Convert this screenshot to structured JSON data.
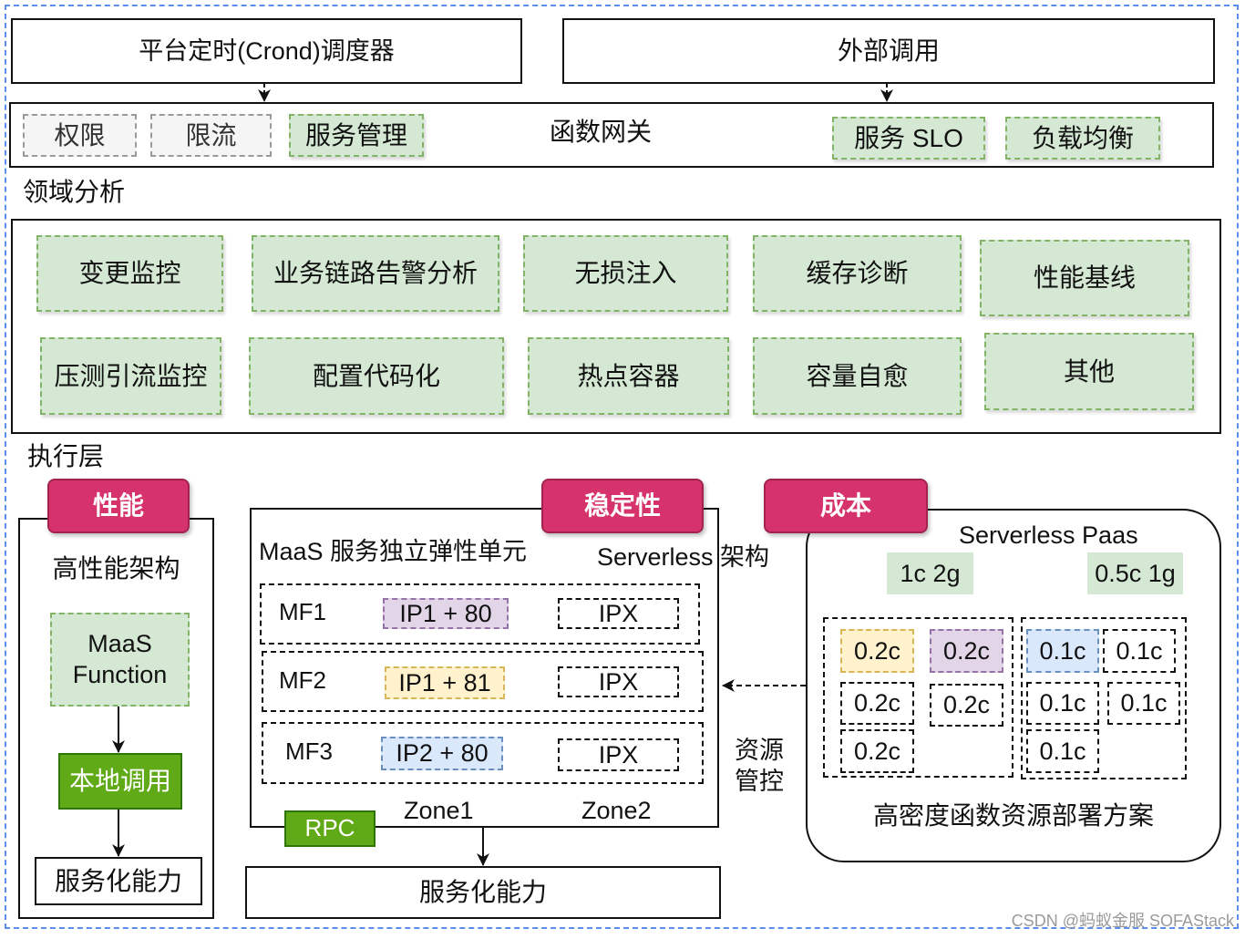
{
  "top": {
    "scheduler": "平台定时(Crond)调度器",
    "external": "外部调用"
  },
  "gateway": {
    "title": "函数网关",
    "items": [
      "权限",
      "限流",
      "服务管理",
      "服务 SLO",
      "负载均衡"
    ]
  },
  "domain": {
    "label": "领域分析",
    "items": [
      "变更监控",
      "业务链路告警分析",
      "无损注入",
      "缓存诊断",
      "性能基线",
      "压测引流监控",
      "配置代码化",
      "热点容器",
      "容量自愈",
      "其他"
    ]
  },
  "execution": {
    "label": "执行层",
    "performance": {
      "tab": "性能",
      "title": "高性能架构",
      "function": "MaaS Function",
      "local_call": "本地调用",
      "capability": "服务化能力"
    },
    "stability": {
      "tab": "稳定性",
      "title": "MaaS 服务独立弹性单元",
      "subtitle": "Serverless 架构",
      "rows": [
        {
          "name": "MF1",
          "ip": "IP1 + 80",
          "ipx": "IPX"
        },
        {
          "name": "MF2",
          "ip": "IP1 + 81",
          "ipx": "IPX"
        },
        {
          "name": "MF3",
          "ip": "IP2 + 80",
          "ipx": "IPX"
        }
      ],
      "zone1": "Zone1",
      "zone2": "Zone2",
      "rpc": "RPC",
      "resource_control": "资源管控",
      "capability": "服务化能力"
    },
    "cost": {
      "tab": "成本",
      "title": "Serverless Paas",
      "specs": [
        "1c 2g",
        "0.5c 1g"
      ],
      "left_units": [
        "0.2c",
        "0.2c",
        "0.2c",
        "0.2c",
        "0.2c"
      ],
      "right_units": [
        "0.1c",
        "0.1c",
        "0.1c",
        "0.1c",
        "0.1c"
      ],
      "caption": "高密度函数资源部署方案"
    }
  },
  "watermark": "CSDN @蚂蚁金服 SOFAStack",
  "colors": {
    "tab_fill": "#d6336c",
    "tab_border": "#a32350",
    "green_fill": "#d5e8d4",
    "green_border": "#82b366",
    "dark_green_fill": "#60a917",
    "dark_green_border": "#2d7600",
    "purple_fill": "#e1d5e7",
    "purple_border": "#9673a6",
    "yellow_fill": "#fff2cc",
    "yellow_border": "#d6b656",
    "blue_fill": "#dae8fc",
    "blue_border": "#6c8ebf",
    "outer_border": "#5b8def"
  }
}
